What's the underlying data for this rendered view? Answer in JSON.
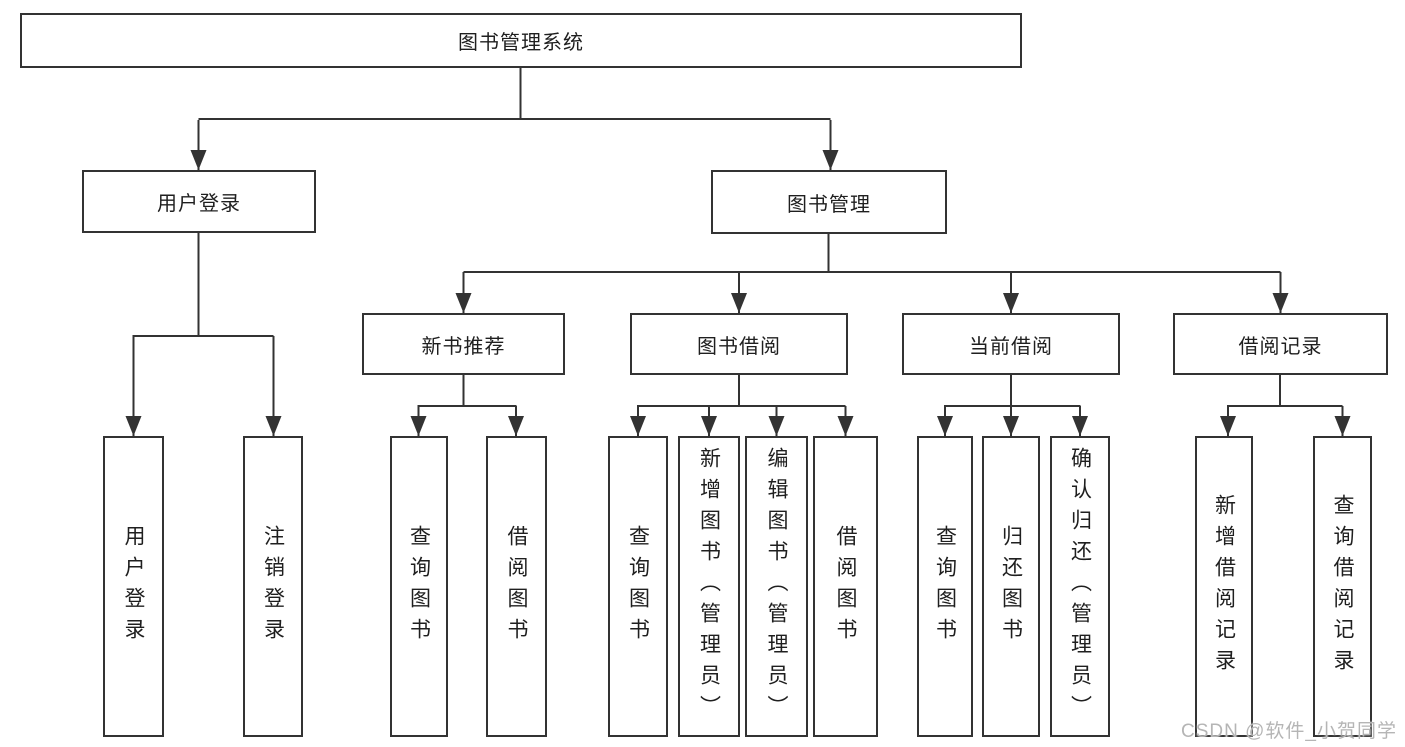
{
  "diagram_type": "hierarchy-tree",
  "nodes": {
    "root": "图书管理系统",
    "user_login": "用户登录",
    "book_mgmt": "图书管理",
    "new_book_rec": "新书推荐",
    "book_borrow": "图书借阅",
    "current_borrow": "当前借阅",
    "borrow_record": "借阅记录",
    "leaf_user_login": "用户登录",
    "leaf_logout": "注销登录",
    "leaf_query_book_1": "查询图书",
    "leaf_borrow_book_1": "借阅图书",
    "leaf_query_book_2": "查询图书",
    "leaf_add_book": "新增图书（管理员）",
    "leaf_edit_book": "编辑图书（管理员）",
    "leaf_borrow_book_2": "借阅图书",
    "leaf_query_book_3": "查询图书",
    "leaf_return_book": "归还图书",
    "leaf_confirm_return": "确认归还（管理员）",
    "leaf_add_record": "新增借阅记录",
    "leaf_query_record": "查询借阅记录"
  },
  "edges": [
    [
      "图书管理系统",
      "用户登录"
    ],
    [
      "图书管理系统",
      "图书管理"
    ],
    [
      "用户登录",
      "用户登录"
    ],
    [
      "用户登录",
      "注销登录"
    ],
    [
      "图书管理",
      "新书推荐"
    ],
    [
      "图书管理",
      "图书借阅"
    ],
    [
      "图书管理",
      "当前借阅"
    ],
    [
      "图书管理",
      "借阅记录"
    ],
    [
      "新书推荐",
      "查询图书"
    ],
    [
      "新书推荐",
      "借阅图书"
    ],
    [
      "图书借阅",
      "查询图书"
    ],
    [
      "图书借阅",
      "新增图书（管理员）"
    ],
    [
      "图书借阅",
      "编辑图书（管理员）"
    ],
    [
      "图书借阅",
      "借阅图书"
    ],
    [
      "当前借阅",
      "查询图书"
    ],
    [
      "当前借阅",
      "归还图书"
    ],
    [
      "当前借阅",
      "确认归还（管理员）"
    ],
    [
      "借阅记录",
      "新增借阅记录"
    ],
    [
      "借阅记录",
      "查询借阅记录"
    ]
  ],
  "watermark": "CSDN @软件_小贺同学",
  "colors": {
    "line": "#333333",
    "box_border": "#333333",
    "box_fill": "#ffffff",
    "text": "#1f1f1f",
    "watermark": "#b5b5b5",
    "background": "#ffffff"
  }
}
